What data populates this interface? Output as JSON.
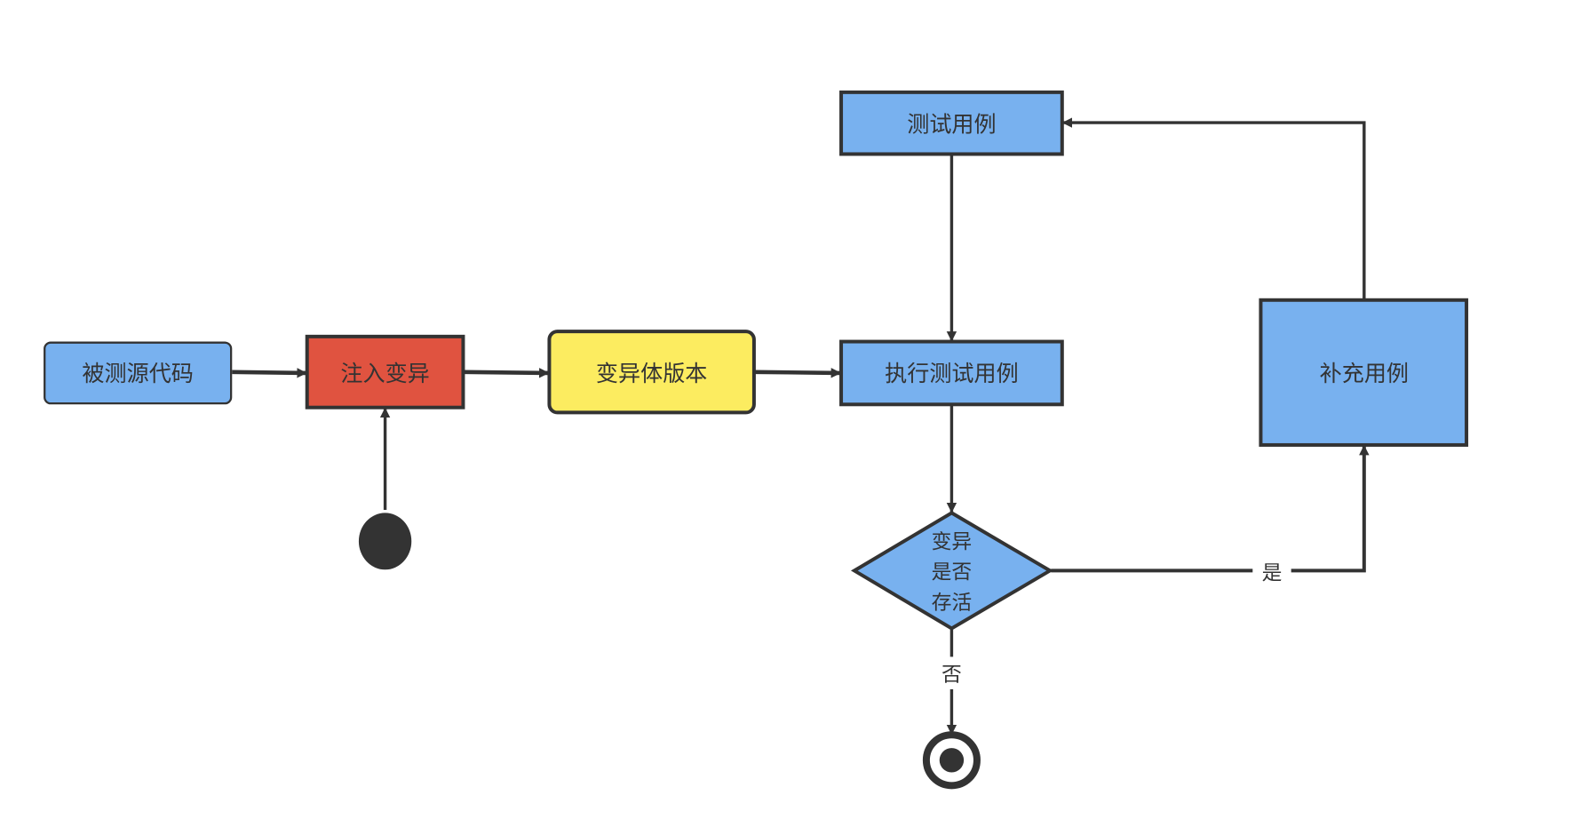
{
  "nodes": {
    "source_code": "被测源代码",
    "inject_mutation": "注入变异",
    "mutant_version": "变异体版本",
    "run_tests": "执行测试用例",
    "test_cases": "测试用例",
    "add_cases": "补充用例",
    "decision": [
      "变异",
      "是否",
      "存活"
    ]
  },
  "edges": {
    "yes_label": "是",
    "no_label": "否"
  },
  "colors": {
    "blue": "#78b1ef",
    "red": "#e05340",
    "yellow": "#fcec60",
    "stroke": "#333333"
  }
}
